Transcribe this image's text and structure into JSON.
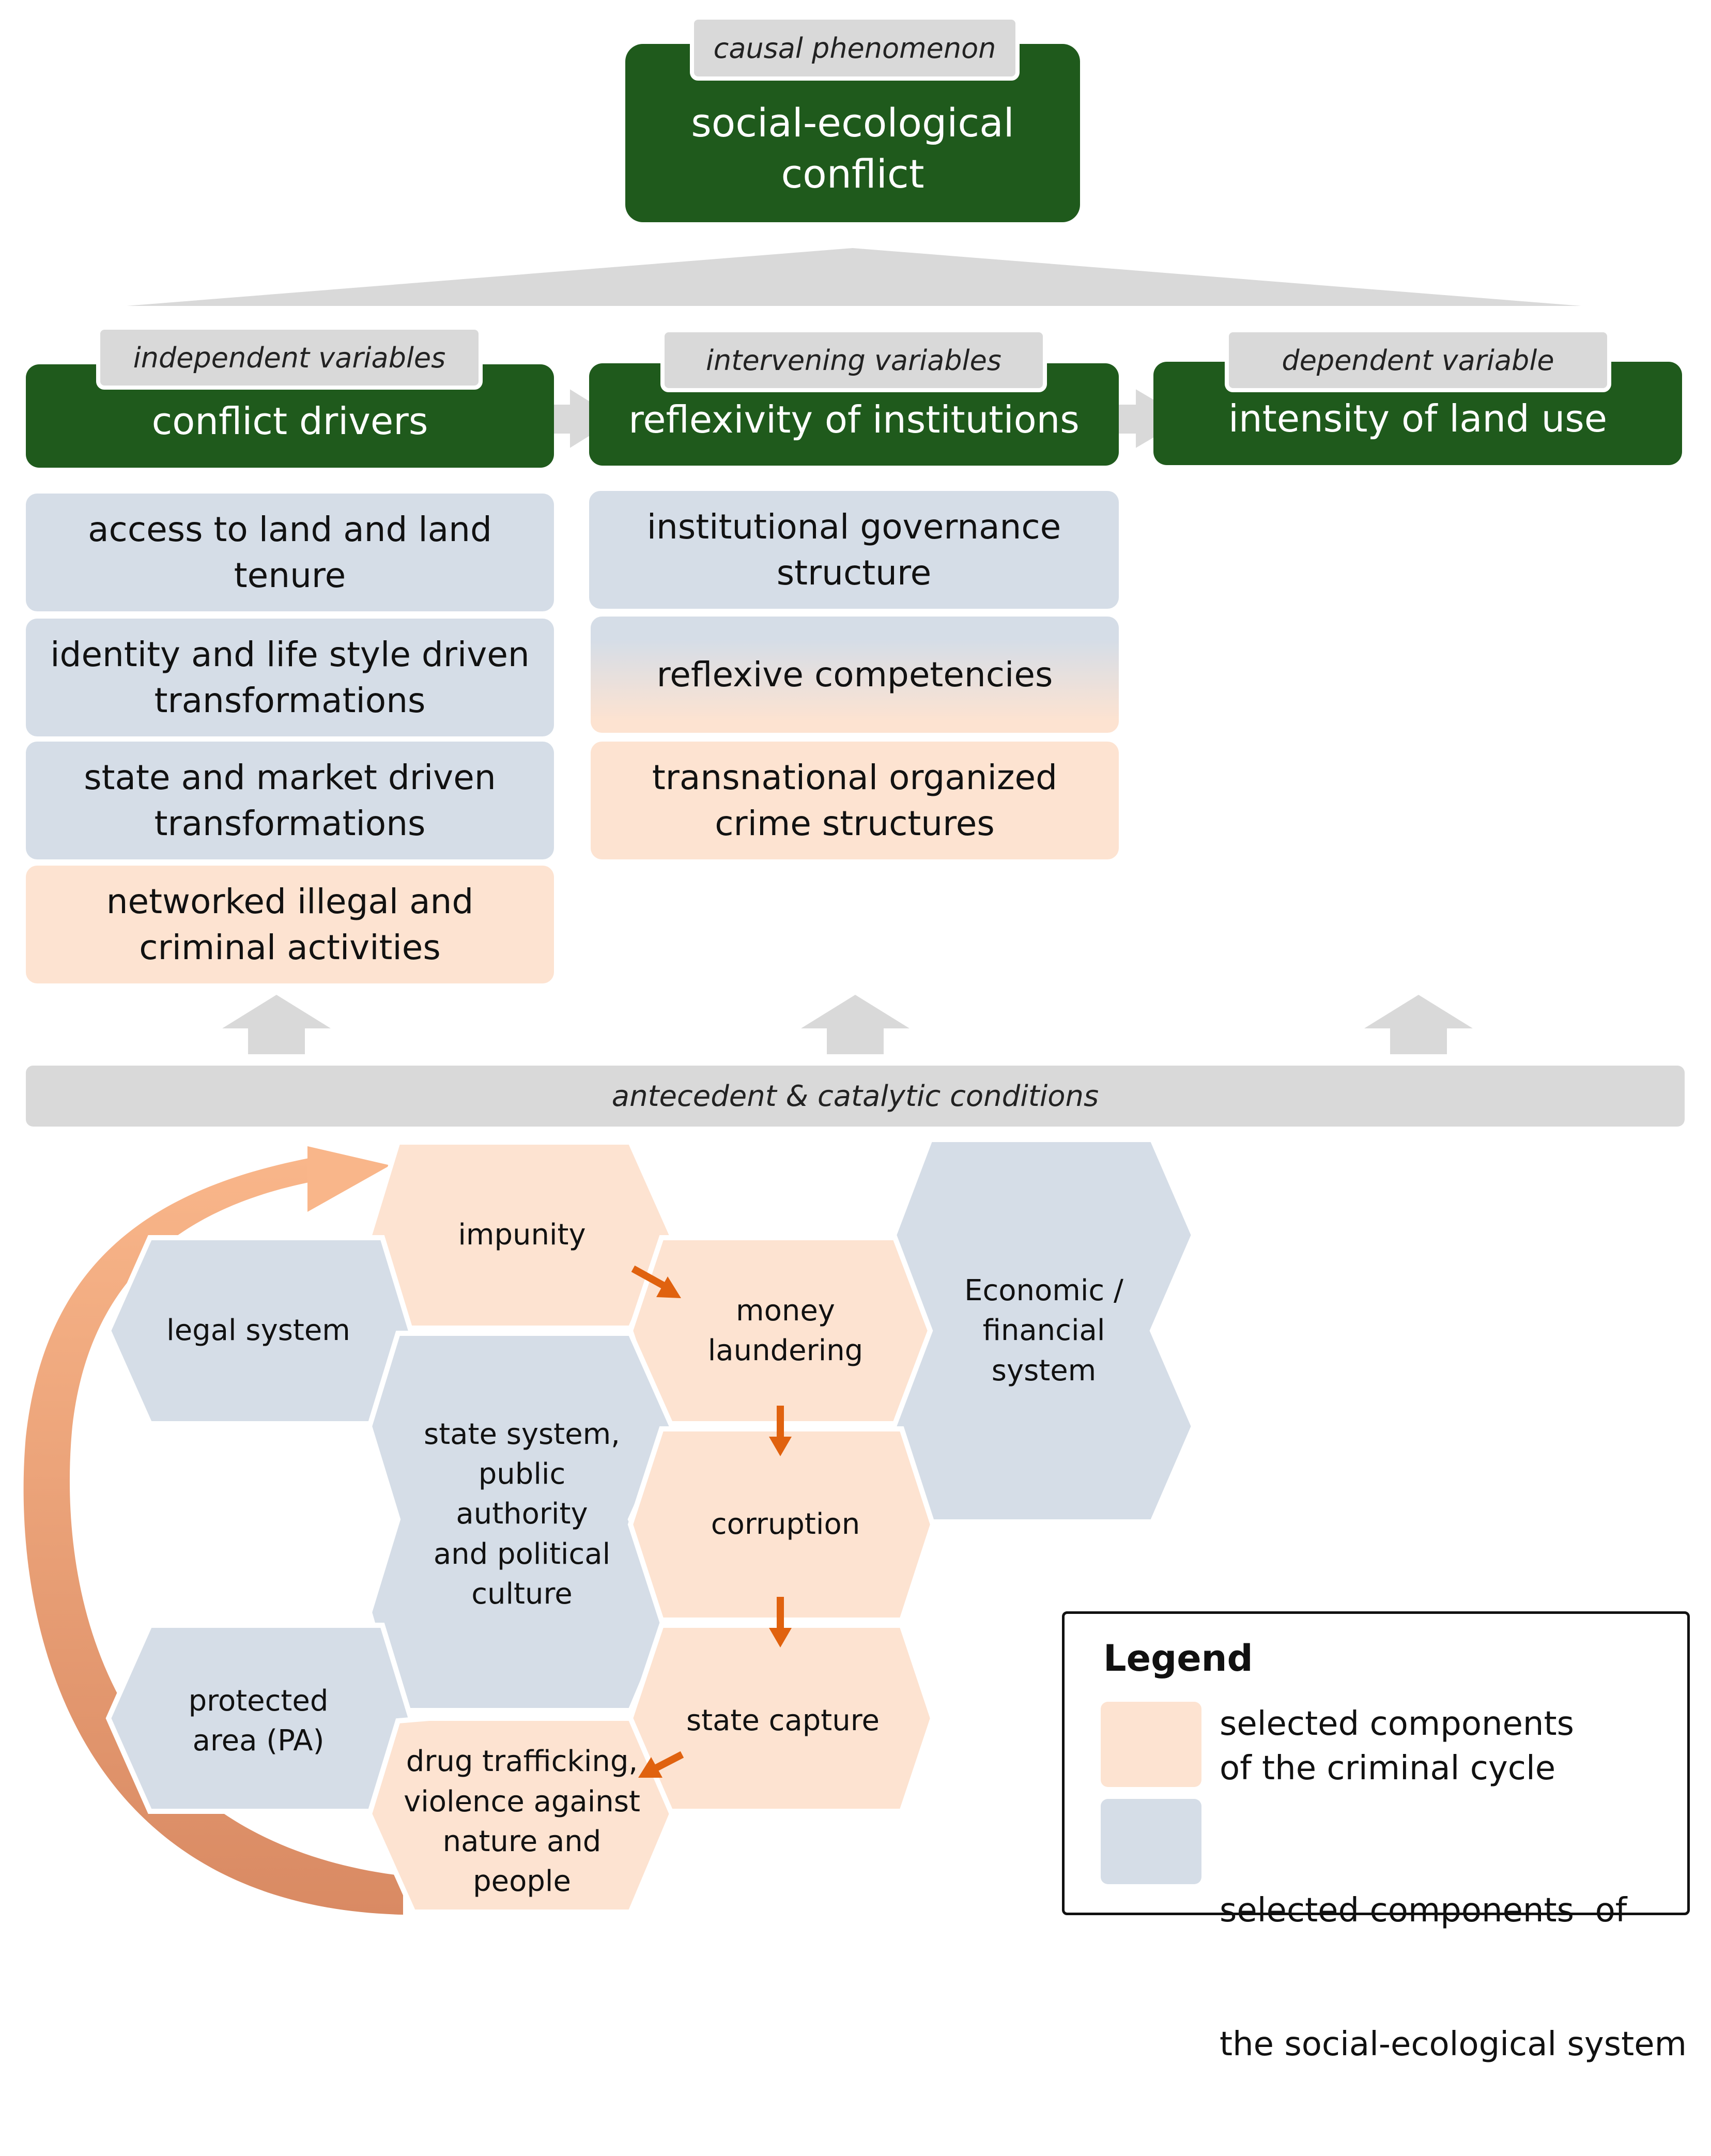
{
  "top": {
    "tag": "causal phenomenon",
    "title_line1": "social-ecological",
    "title_line2": "conflict"
  },
  "columns": {
    "independent": {
      "tag": "independent variables",
      "title": "conflict drivers",
      "items": [
        {
          "line1": "access to land and land",
          "line2": "tenure"
        },
        {
          "line1": "identity and life style driven",
          "line2": "transformations"
        },
        {
          "line1": "state and market driven",
          "line2": "transformations"
        },
        {
          "line1": "networked illegal and",
          "line2": "criminal activities"
        }
      ]
    },
    "intervening": {
      "tag": "intervening variables",
      "title": "reflexivity of institutions",
      "items": [
        {
          "line1": "institutional governance",
          "line2": "structure"
        },
        {
          "line1": "reflexive competencies"
        },
        {
          "line1": "transnational organized",
          "line2": "crime structures"
        }
      ]
    },
    "dependent": {
      "tag": "dependent variable",
      "title": "intensity of land use"
    }
  },
  "conditions_bar": "antecedent & catalytic conditions",
  "hexagons": {
    "impunity": [
      "impunity"
    ],
    "legal_system": [
      "legal system"
    ],
    "money_laundering": [
      "money",
      "laundering"
    ],
    "economic": [
      "Economic /",
      "financial",
      "system"
    ],
    "state_system": [
      "state system,",
      "public",
      "authority",
      "and political",
      "culture"
    ],
    "corruption": [
      "corruption"
    ],
    "protected_area": [
      "protected",
      "area (PA)"
    ],
    "state_capture": [
      "state capture"
    ],
    "drug": [
      "drug trafficking,",
      "violence against",
      "nature and",
      "people"
    ]
  },
  "legend": {
    "title": "Legend",
    "item1": {
      "line1": "selected components",
      "line2": "of the criminal cycle"
    },
    "item2": {
      "line1": "selected components  of",
      "line2": "the social-ecological system"
    }
  },
  "colors": {
    "dark_green": "#1f5a1c",
    "criminal_cycle": "#fde3d1",
    "social_ecological": "#d5dde7",
    "arrow_orange": "#e0620f",
    "neutral_gray": "#d9d9d9"
  }
}
